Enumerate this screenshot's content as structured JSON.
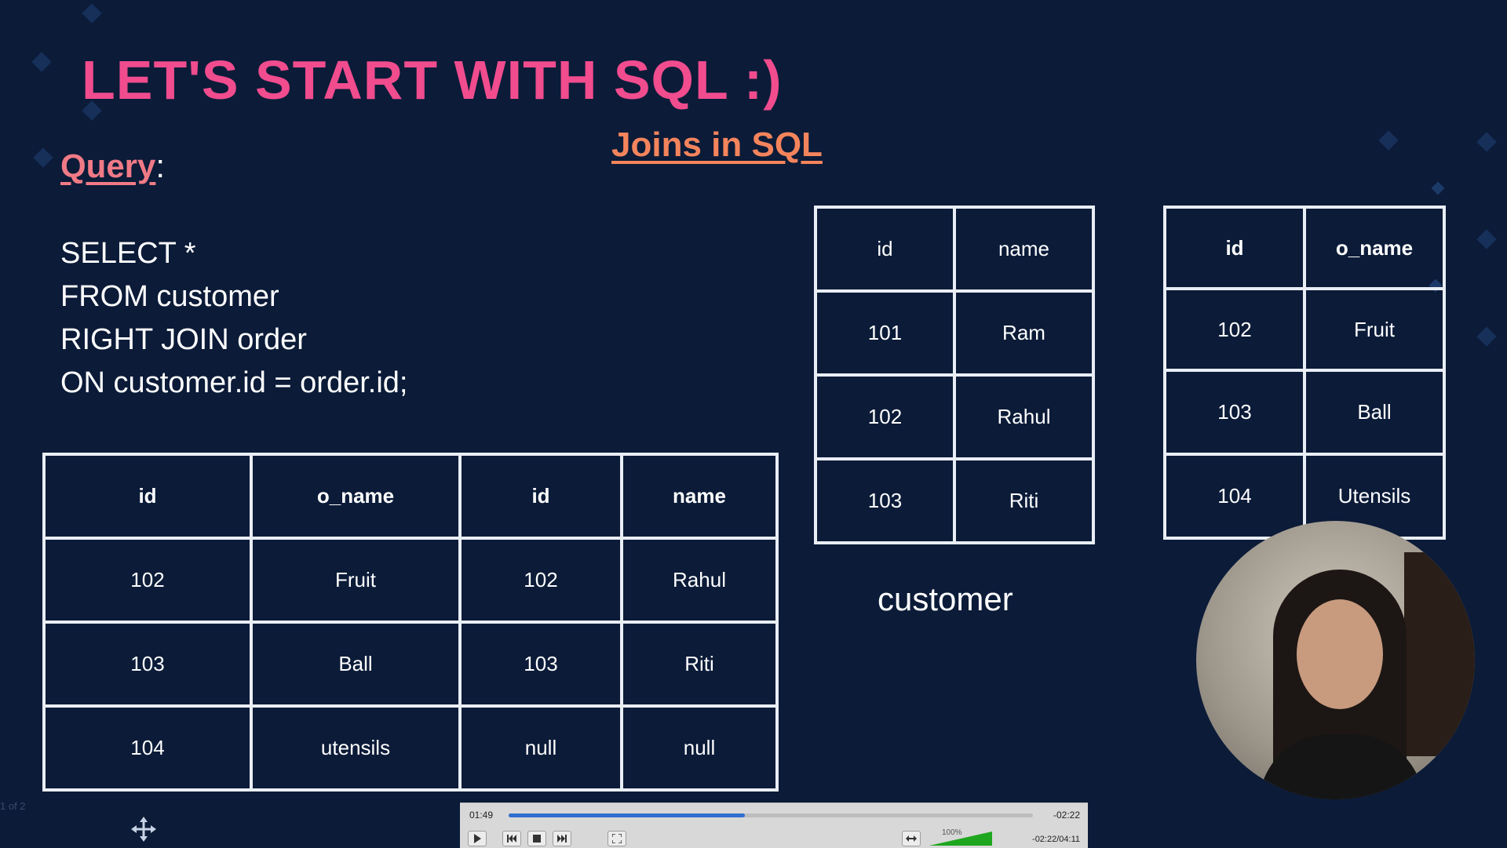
{
  "slide": {
    "heading": "LET'S START WITH SQL :)",
    "subtitle": "Joins in SQL",
    "query_label": "Query",
    "query_colon": ":",
    "sql": [
      "SELECT *",
      "FROM customer",
      "RIGHT JOIN order",
      "ON customer.id = order.id;"
    ],
    "customer_caption": "customer",
    "page_hint": "1 of 2"
  },
  "result_table": {
    "headers": [
      "id",
      "o_name",
      "id",
      "name"
    ],
    "rows": [
      [
        "102",
        "Fruit",
        "102",
        "Rahul"
      ],
      [
        "103",
        "Ball",
        "103",
        "Riti"
      ],
      [
        "104",
        "utensils",
        "null",
        "null"
      ]
    ]
  },
  "customer_table": {
    "headers": [
      "id",
      "name"
    ],
    "rows": [
      [
        "101",
        "Ram"
      ],
      [
        "102",
        "Rahul"
      ],
      [
        "103",
        "Riti"
      ]
    ]
  },
  "order_table": {
    "headers": [
      "id",
      "o_name"
    ],
    "rows": [
      [
        "102",
        "Fruit"
      ],
      [
        "103",
        "Ball"
      ],
      [
        "104",
        "Utensils"
      ]
    ]
  },
  "player": {
    "elapsed": "01:49",
    "remaining": "-02:22",
    "progress": 0.45,
    "volume_label": "100%",
    "time_total": "-02:22/04:11"
  },
  "icons": {
    "move": "move-arrows-icon",
    "play": "play-icon",
    "prev": "skip-back-icon",
    "stop": "stop-icon",
    "next": "skip-forward-icon",
    "fullscreen": "fullscreen-icon",
    "aspect": "aspect-ratio-icon",
    "volume": "volume-icon"
  },
  "colors": {
    "background": "#0b1b38",
    "heading": "#f04c8e",
    "subtitle": "#f4845c",
    "query_label": "#f07a86",
    "table_border": "#e9eef5",
    "seek_fill": "#2f6fd0",
    "volume_fill": "#1ea71e"
  }
}
